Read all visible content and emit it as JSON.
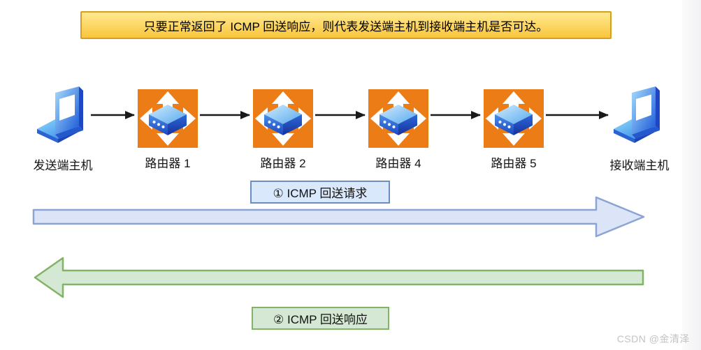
{
  "banner": {
    "text": "只要正常返回了 ICMP 回送响应，则代表发送端主机到接收端主机是否可达。"
  },
  "nodes": [
    {
      "type": "host",
      "icon": "laptop-icon",
      "label": "发送端主机"
    },
    {
      "type": "router",
      "icon": "router-icon",
      "label": "路由器 1"
    },
    {
      "type": "router",
      "icon": "router-icon",
      "label": "路由器 2"
    },
    {
      "type": "router",
      "icon": "router-icon",
      "label": "路由器 4"
    },
    {
      "type": "router",
      "icon": "router-icon",
      "label": "路由器 5"
    },
    {
      "type": "host",
      "icon": "laptop-icon",
      "label": "接收端主机"
    }
  ],
  "flows": [
    {
      "step": "①",
      "label": "① ICMP 回送请求",
      "direction": "right"
    },
    {
      "step": "②",
      "label": "② ICMP 回送响应",
      "direction": "left"
    }
  ],
  "watermark": {
    "text": "CSDN @金清泽"
  },
  "colors": {
    "banner-fill-top": "#ffe990",
    "banner-fill-bottom": "#f9c63c",
    "banner-border": "#d6a01d",
    "request-fill": "#dae8fc",
    "request-border": "#6c8ebf",
    "request-arrow-fill": "#dbe5f7",
    "request-arrow-border": "#8ca4d4",
    "response-fill": "#d5e8d4",
    "response-border": "#82b366",
    "router-orange": "#ec7c16",
    "connector": "#1a1a1a",
    "watermark-gray": "#c3c3c3"
  }
}
